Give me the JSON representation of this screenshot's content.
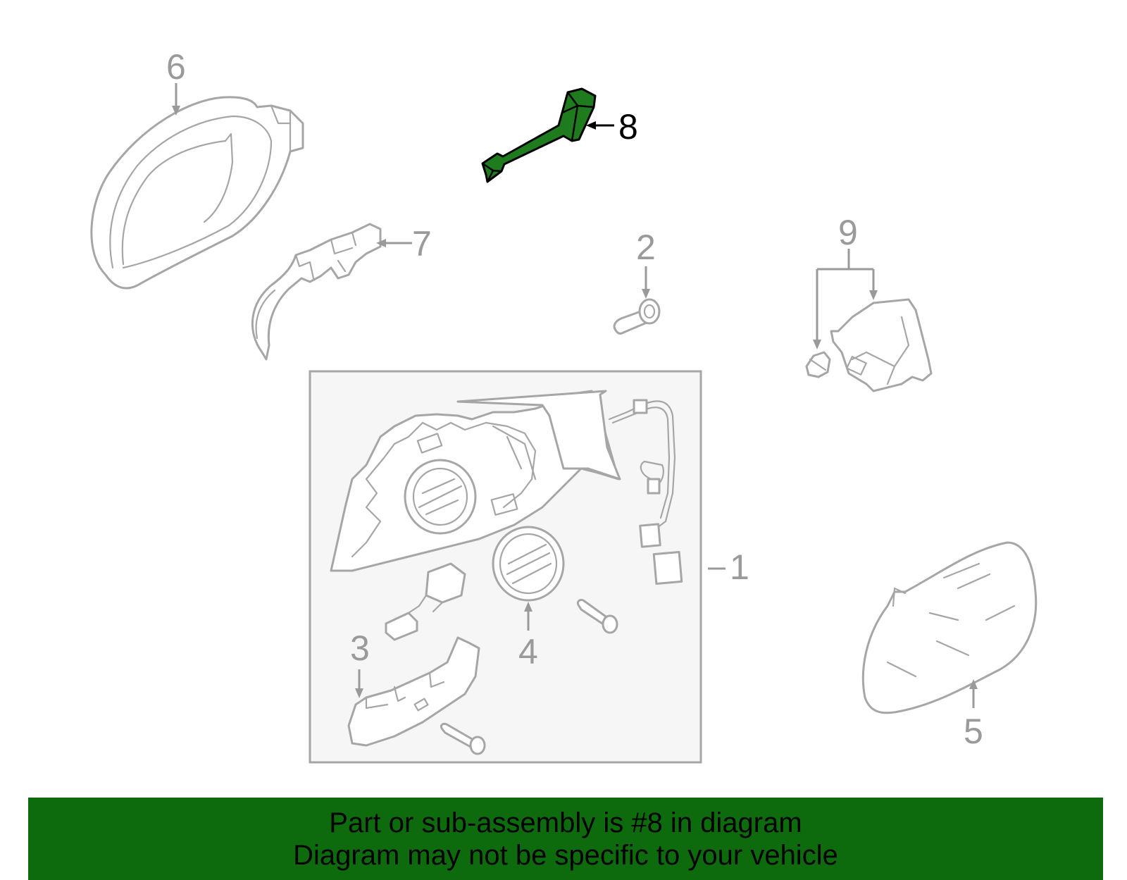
{
  "callouts": [
    "1",
    "2",
    "3",
    "4",
    "5",
    "6",
    "7",
    "8",
    "9"
  ],
  "highlighted_part": "8",
  "banner": {
    "line1": "Part or sub-assembly is #8 in diagram",
    "line2": "Diagram may not be specific to your vehicle"
  },
  "colors": {
    "highlight": "#1e7b1e",
    "banner": "#0d6b0d",
    "line_art": "#a6a6a6"
  }
}
